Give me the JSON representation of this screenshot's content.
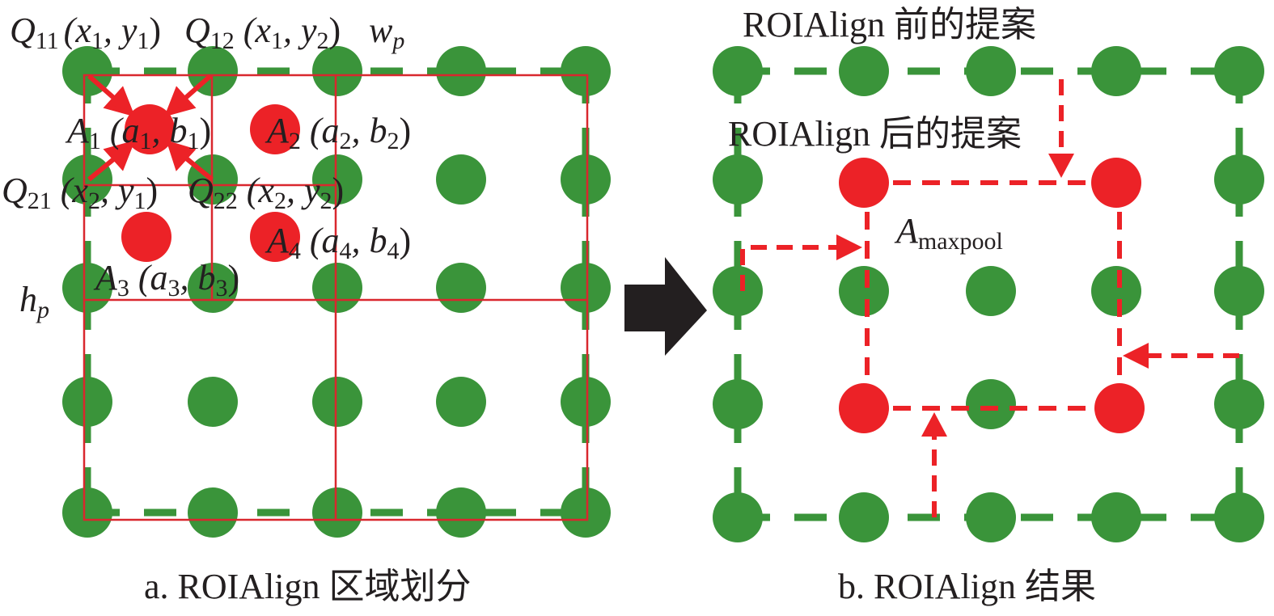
{
  "panel_a": {
    "caption": "a. ROIAlign 区域划分",
    "q11": {
      "name": "Q",
      "sub": "11",
      "coord": "(x",
      "s1": "1",
      "sep": ", y",
      "s2": "1",
      "close": ")"
    },
    "q12": {
      "name": "Q",
      "sub": "12",
      "coord": " (x",
      "s1": "1",
      "sep": ", y",
      "s2": "2",
      "close": ")"
    },
    "wp": {
      "name": "w",
      "sub": "p"
    },
    "hp": {
      "name": "h",
      "sub": "p"
    },
    "a1": {
      "name": "A",
      "sub": "1",
      "coord": " (a",
      "s1": "1",
      "sep": ", b",
      "s2": "1",
      "close": ")"
    },
    "a2": {
      "name": "A",
      "sub": "2",
      "coord": " (a",
      "s1": "2",
      "sep": ", b",
      "s2": "2",
      "close": ")"
    },
    "q21": {
      "name": "Q",
      "sub": "21",
      "coord": " (x",
      "s1": "2",
      "sep": ", y",
      "s2": "1",
      "close": ")"
    },
    "q22": {
      "name": "Q",
      "sub": "22",
      "coord": " (x",
      "s1": "2",
      "sep": ", y",
      "s2": "2",
      "close": ")"
    },
    "a4": {
      "name": "A",
      "sub": "4",
      "coord": " (a",
      "s1": "4",
      "sep": ", b",
      "s2": "4",
      "close": ")"
    },
    "a3": {
      "name": "A",
      "sub": "3",
      "coord": " (a",
      "s1": "3",
      "sep": ", b",
      "s2": "3",
      "close": ")"
    }
  },
  "panel_b": {
    "caption": "b. ROIAlign 结果",
    "before_label": "ROIAlign 前的提案",
    "after_label": "ROIAlign 后的提案",
    "amax": {
      "name": "A",
      "sub": "maxpool"
    }
  },
  "colors": {
    "green": "#3a943a",
    "red": "#ec2227",
    "grid_red": "#d9272e",
    "arrow": "#231f20",
    "text": "#231f20"
  }
}
